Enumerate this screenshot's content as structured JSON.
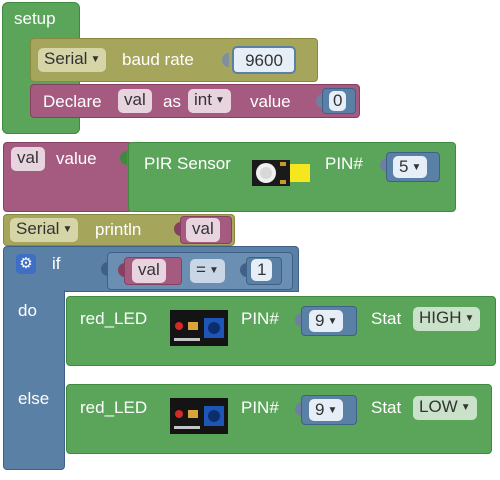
{
  "setup": {
    "label": "setup"
  },
  "serial_baud": {
    "serial": "Serial",
    "baud_label": "baud rate",
    "baud_value": "9600"
  },
  "declare": {
    "label": "Declare",
    "var": "val",
    "as_label": "as",
    "type": "int",
    "value_label": "value",
    "value": "0"
  },
  "pir": {
    "var": "val",
    "value_label": "value",
    "sensor_label": "PIR Sensor",
    "pin_label": "PIN#",
    "pin": "5"
  },
  "println": {
    "serial": "Serial",
    "label": "println",
    "var": "val"
  },
  "if_block": {
    "if_label": "if",
    "do_label": "do",
    "else_label": "else",
    "cond_var": "val",
    "cond_op": "=",
    "cond_value": "1"
  },
  "led_on": {
    "label": "red_LED",
    "pin_label": "PIN#",
    "pin": "9",
    "stat_label": "Stat",
    "stat": "HIGH"
  },
  "led_off": {
    "label": "red_LED",
    "pin_label": "PIN#",
    "pin": "9",
    "stat_label": "Stat",
    "stat": "LOW"
  },
  "icons": {
    "dropdown": "triangle-down",
    "gear": "gear-icon",
    "pir_module": "pir-sensor-image",
    "led_module": "led-module-image"
  },
  "colors": {
    "green": "#5ba55b",
    "olive": "#a5a55b",
    "pink": "#a55b80",
    "blue": "#5b80a5",
    "slot_bg": "#e6eef7"
  }
}
